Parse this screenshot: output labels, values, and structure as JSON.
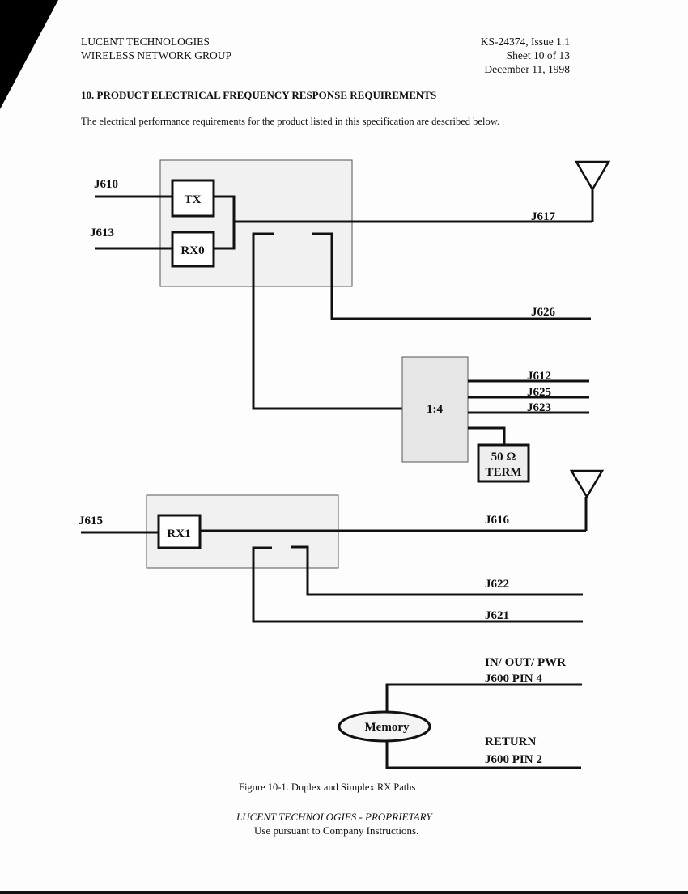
{
  "header": {
    "company": "LUCENT TECHNOLOGIES",
    "group": "WIRELESS NETWORK GROUP",
    "doc_id": "KS-24374, Issue 1.1",
    "sheet": "Sheet 10 of  13",
    "date": "December 11, 1998"
  },
  "section": {
    "title": "10.  PRODUCT ELECTRICAL FREQUENCY RESPONSE REQUIREMENTS",
    "intro": "The electrical performance requirements for the product listed in this specification are described below."
  },
  "diagram": {
    "ports": {
      "j610": "J610",
      "j613": "J613",
      "j617": "J617",
      "j626": "J626",
      "j612": "J612",
      "j625": "J625",
      "j623": "J623",
      "j615": "J615",
      "j616": "J616",
      "j622": "J622",
      "j621": "J621"
    },
    "blocks": {
      "tx": "TX",
      "rx0": "RX0",
      "rx1": "RX1",
      "splitter": "1:4",
      "term_value": "50 Ω",
      "term_label": "TERM",
      "memory": "Memory"
    },
    "memory_lines": {
      "in_out_pwr": "IN/ OUT/ PWR",
      "pin4": "J600 PIN 4",
      "return": "RETURN",
      "pin2": "J600 PIN 2"
    },
    "caption": "Figure 10-1.    Duplex and Simplex RX Paths"
  },
  "footer": {
    "proprietary": "LUCENT TECHNOLOGIES - PROPRIETARY",
    "instructions": "Use pursuant to Company Instructions."
  }
}
